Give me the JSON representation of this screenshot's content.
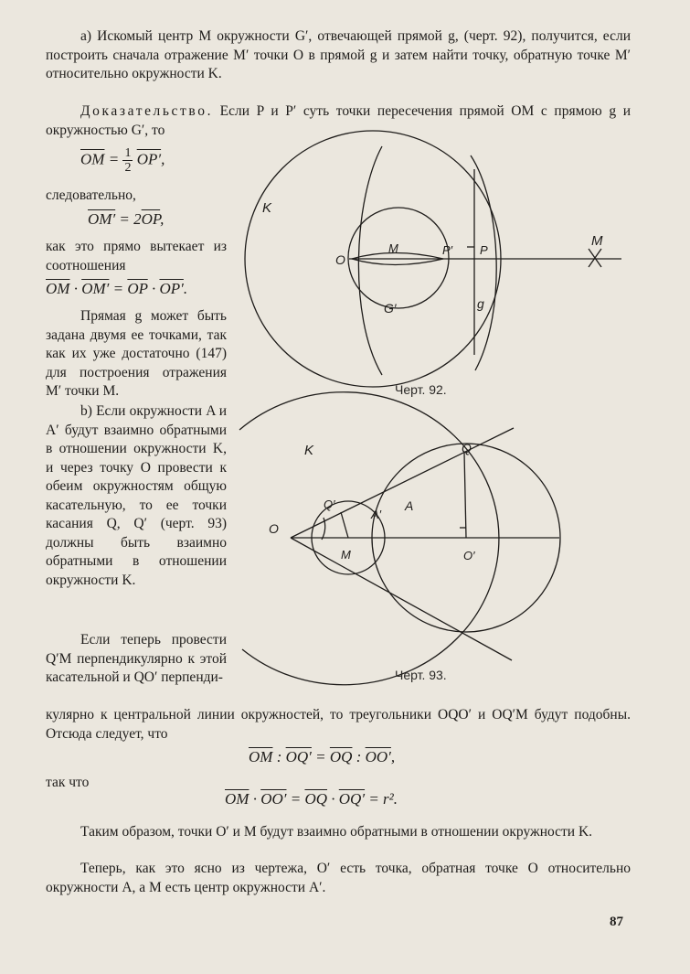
{
  "page_number": "87",
  "paragraphs": {
    "p_a": "a) Искомый центр M окружности G′, отвечающей прямой g, (черт. 92), получится, если построить сначала отражение M′ точки O в прямой g и затем найти точку, обратную точке M′ относительно окружности K.",
    "p_proof_head": "Доказательство.",
    "p_proof_rest": " Если P и P′ суть точки пересечения прямой OM с прямою g и окружностью G′, то",
    "f1_left": "OM",
    "f1_frac_num": "1",
    "f1_frac_den": "2",
    "f1_right": "OP′",
    "f1_tail": ",",
    "p_sled": "следовательно,",
    "f2_left": "OM′",
    "f2_eq": " = 2",
    "f2_right": "OP",
    "f2_tail": ",",
    "p_kak": "как это прямо вытекает из соотношения",
    "f3_a": "OM",
    "f3_b": "OM′",
    "f3_c": "OP",
    "f3_d": "OP′",
    "f3_tail": ".",
    "p_pryam": "Прямая g может быть задана двумя ее точками, так как их уже достаточно (147) для построения отражения M′ точки M.",
    "p_b": "b) Если окружности A и A′ будут взаимно обратными в отношении окружности K, и через точку O провести к обеим окружностям общую касательную, то ее точки касания Q, Q′ (черт. 93) должны быть взаимно обратными в отношении окружности K.",
    "p_esli_narrow": "Если теперь провести Q′M перпендикулярно к этой касательной и QO′ перпенди-",
    "p_esli_full": "кулярно к центральной линии окружностей, то треугольники OQO′ и OQ′M будут подобны. Отсюда следует, что",
    "f4_a": "OM",
    "f4_b": "OQ′",
    "f4_c": "OQ",
    "f4_d": "OO′",
    "p_tak": "так что",
    "f5_a": "OM",
    "f5_b": "OO′",
    "f5_c": "OQ",
    "f5_d": "OQ′",
    "f5_r": "r².",
    "p_takim": "Таким образом, точки O′ и M будут взаимно обратными в отношении окружности K.",
    "p_teper": "Теперь, как это ясно из чертежа, O′ есть точка, обратная точке O относительно окружности A, а M есть центр окружности A′."
  },
  "figures": {
    "fig92": {
      "caption": "Черт. 92.",
      "labels": {
        "K": "K",
        "O": "O",
        "M_inner": "M",
        "P_prime": "P′",
        "P": "P",
        "M_outer": "M",
        "G_prime": "G′",
        "g": "g"
      }
    },
    "fig93": {
      "caption": "Черт. 93.",
      "labels": {
        "K": "K",
        "Q": "Q",
        "Q_prime": "Q′",
        "A_prime": "A′",
        "A": "A",
        "O": "O",
        "M": "M",
        "O_prime": "O′"
      }
    }
  }
}
